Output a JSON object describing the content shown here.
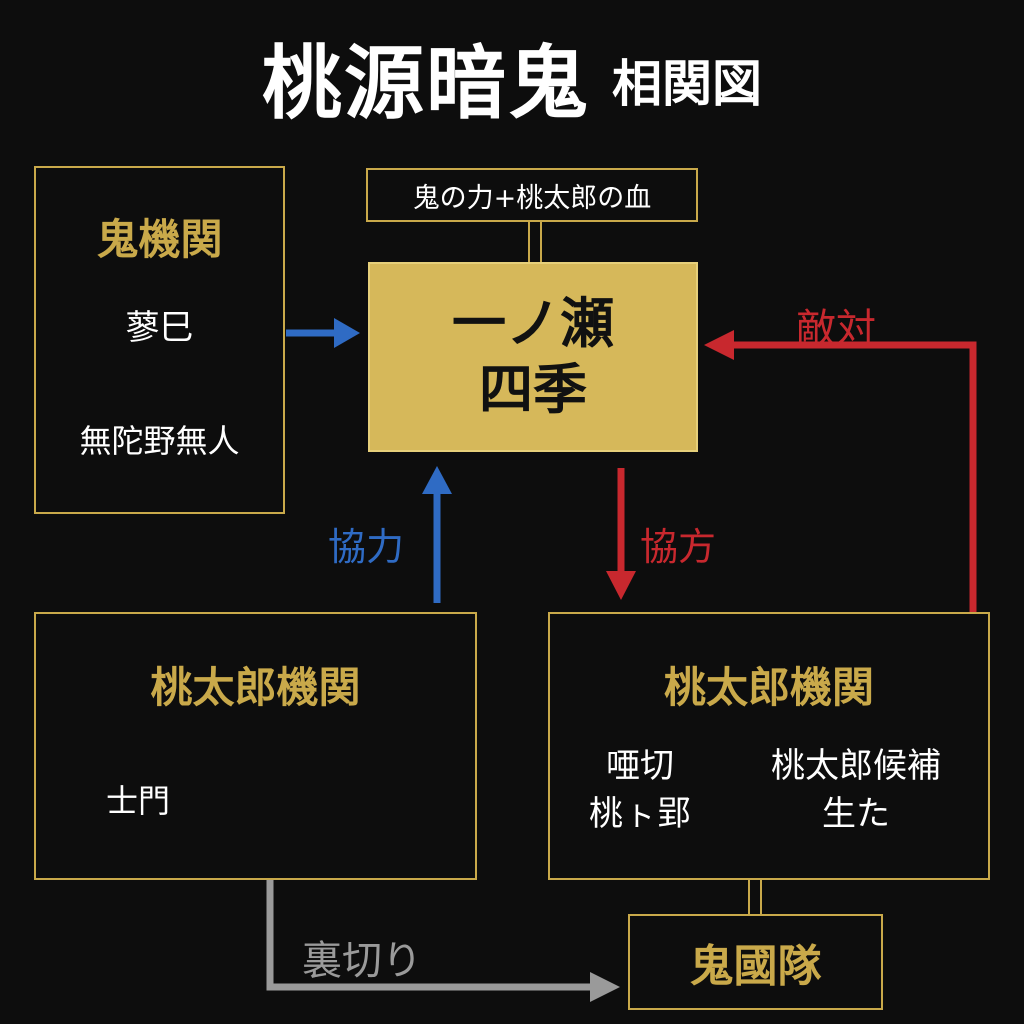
{
  "title": {
    "main": "桃源暗鬼",
    "sub": "相関図"
  },
  "callout": {
    "text": "鬼の力+桃太郎の血"
  },
  "center": {
    "line1": "一ノ瀬",
    "line2": "四季"
  },
  "oni_kikan": {
    "heading": "鬼機関",
    "members": [
      "蓼巳",
      "無陀野無人"
    ]
  },
  "momotaro_left": {
    "heading": "桃太郎機関",
    "members": [
      "士門"
    ]
  },
  "momotaro_right": {
    "heading": "桃太郎機関",
    "col1": [
      "唖切",
      "桃ㇳ郢"
    ],
    "col2": [
      "桃太郎候補",
      "生た"
    ]
  },
  "oni_koku": {
    "heading": "鬼國隊"
  },
  "relations": {
    "cooperation_blue": "協力",
    "cooperation_red": "協方",
    "hostile": "敵対",
    "betrayal": "裏切り"
  },
  "colors": {
    "background": "#0d0d0d",
    "gold": "#c9a94a",
    "center_fill": "#d6b85a",
    "blue": "#2f6bc4",
    "red": "#c8282e",
    "gray": "#9a9a9a"
  }
}
